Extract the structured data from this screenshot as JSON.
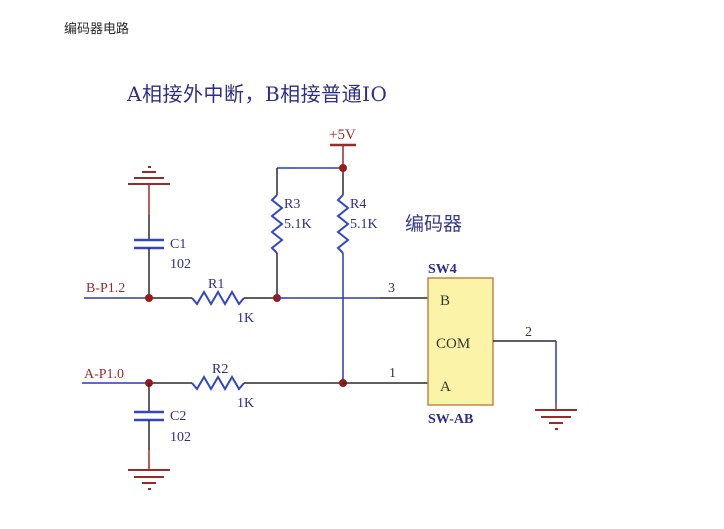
{
  "page": {
    "title": "编码器电路",
    "subtitle": "A相接外中断，B相接普通IO"
  },
  "schematic": {
    "power_label": "+5V",
    "encoder_label": "编码器",
    "nets": {
      "b_port": "B-P1.2",
      "a_port": "A-P1.0"
    },
    "components": {
      "R1": {
        "ref": "R1",
        "value": "1K"
      },
      "R2": {
        "ref": "R2",
        "value": "1K"
      },
      "R3": {
        "ref": "R3",
        "value": "5.1K"
      },
      "R4": {
        "ref": "R4",
        "value": "5.1K"
      },
      "C1": {
        "ref": "C1",
        "value": "102"
      },
      "C2": {
        "ref": "C2",
        "value": "102"
      },
      "SW4": {
        "ref": "SW4",
        "part": "SW-AB",
        "pins": [
          {
            "name": "B",
            "number": "3"
          },
          {
            "name": "COM",
            "number": "2"
          },
          {
            "name": "A",
            "number": "1"
          }
        ]
      }
    },
    "colors": {
      "wire": "#2a2a2a",
      "wire_blue": "#2b3bb0",
      "component": "#3347c4",
      "power_ground": "#9a2a2a",
      "junction": "#9a1a1a",
      "switch_fill": "#fbf3a8",
      "switch_border": "#c0864a",
      "label_text": "#2e2e8a"
    }
  }
}
